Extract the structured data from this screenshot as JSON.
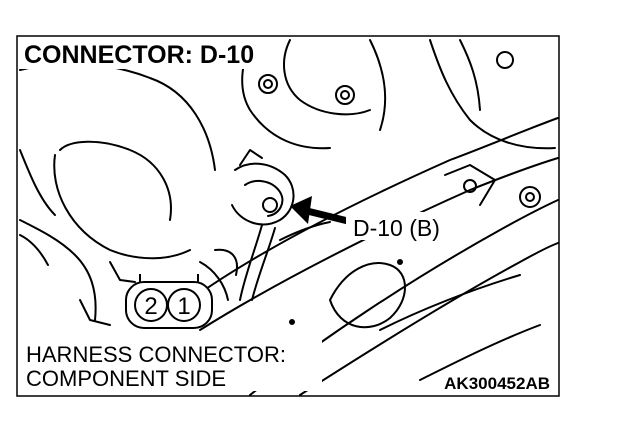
{
  "figure": {
    "title": "CONNECTOR: D-10",
    "callout": "D-10 (B)",
    "pins": [
      "2",
      "1"
    ],
    "caption_line1": "HARNESS CONNECTOR:",
    "caption_line2": "COMPONENT SIDE",
    "figure_code": "AK300452AB"
  },
  "colors": {
    "ink": "#000000",
    "paper": "#ffffff"
  }
}
